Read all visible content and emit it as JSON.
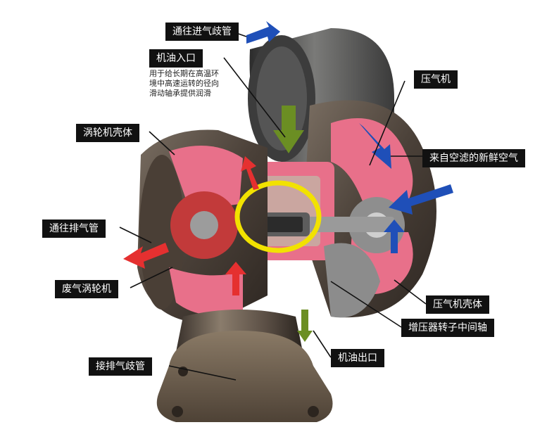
{
  "labels": {
    "intake_manifold": "通往进气歧管",
    "oil_inlet": "机油入口",
    "oil_inlet_note": [
      "用于给长期在高温环",
      "境中高速运转的径向",
      "滑动轴承提供润滑"
    ],
    "compressor": "压气机",
    "turbine_housing": "涡轮机壳体",
    "fresh_air": "来自空滤的新鲜空气",
    "to_exhaust": "通往排气管",
    "turbine": "废气涡轮机",
    "compressor_housing": "压气机壳体",
    "rotor_shaft": "增压器转子中间轴",
    "oil_outlet": "机油出口",
    "exhaust_manifold": "接排气歧管"
  },
  "colors": {
    "label_bg": "#111111",
    "metal": "#5a5048",
    "cut_section": "#e8708a",
    "hot_gas": "#e53030",
    "fresh_air": "#1f4fb8",
    "oil": "#6b8e23",
    "highlight": "#f2e200"
  },
  "icons": [
    "arrow-intake-icon",
    "arrow-fresh-air-icon",
    "arrow-exhaust-icon",
    "arrow-oil-icon",
    "highlight-circle"
  ]
}
